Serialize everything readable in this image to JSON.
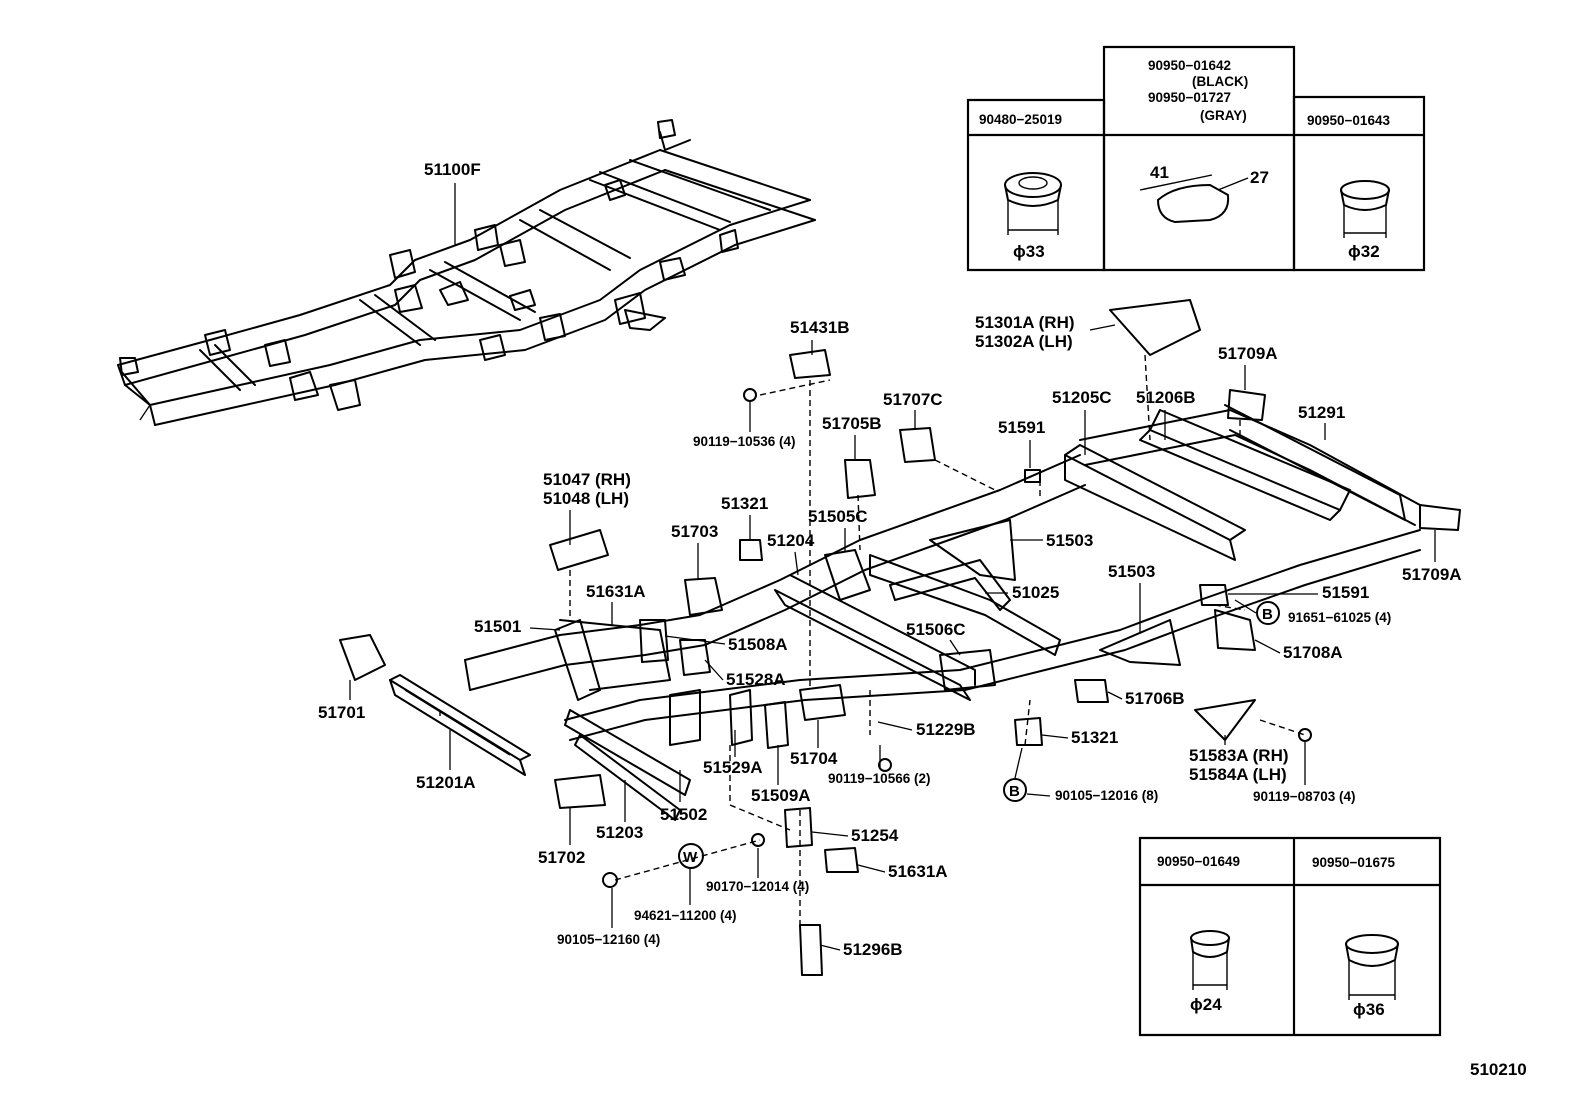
{
  "labels": {
    "frame_assy": "51100F",
    "crossmember_front": "51201A",
    "frame_bracket_rh": "51047 (RH)",
    "frame_bracket_lh": "51048 (LH)",
    "bracket_51631a_top": "51631A",
    "bracket_51501": "51501",
    "mount_51701": "51701",
    "mount_51702": "51702",
    "crossmember_51203": "51203",
    "crossmember_51502": "51502",
    "mount_51703": "51703",
    "bracket_51321_top": "51321",
    "crossmember_51204": "51204",
    "bracket_51508a": "51508A",
    "bracket_51528a": "51528A",
    "bracket_51529a": "51529A",
    "bracket_51509a": "51509A",
    "mount_51704": "51704",
    "bracket_51254": "51254",
    "bracket_51631a_bottom": "51631A",
    "bracket_51296b": "51296B",
    "mount_51431b": "51431B",
    "mount_51705b": "51705B",
    "mount_51707c": "51707C",
    "crossmember_51505c": "51505C",
    "plug_51591_top": "51591",
    "crossmember_51205c": "51205C",
    "crossmember_51206b": "51206B",
    "bracket_51301a_rh": "51301A (RH)",
    "bracket_51302a_lh": "51302A (LH)",
    "mount_51709a_top": "51709A",
    "extension_51291": "51291",
    "gusset_51503_upper": "51503",
    "crossmember_51025": "51025",
    "gusset_51503_lower": "51503",
    "plug_51591_right": "51591",
    "mount_51709a_right": "51709A",
    "crossmember_51506c": "51506C",
    "bracket_51229b": "51229B",
    "mount_51706b": "51706B",
    "mount_51708a": "51708A",
    "bracket_51321_bottom": "51321",
    "guard_51583a_rh": "51583A (RH)",
    "guard_51584a_lh": "51584A (LH)",
    "bolt_90119_10536": "90119−10536 (4)",
    "bolt_90119_10566": "90119−10566 (2)",
    "bolt_90105_12016": "90105−12016 (8)",
    "bolt_90119_08703": "90119−08703 (4)",
    "nut_91651_61025": "91651−61025 (4)",
    "nut_90170_12014": "90170−12014 (4)",
    "washer_94621_11200": "94621−11200 (4)",
    "bolt_90105_12160": "90105−12160 (4)",
    "marker_b": "B",
    "marker_w": "W",
    "diagram_code": "510210"
  },
  "plug_table_top": {
    "col1_header": "90480−25019",
    "col1_dim": "ϕ33",
    "col2_header_line1": "90950−01642",
    "col2_header_line2": "(BLACK)",
    "col2_header_line3": "90950−01727",
    "col2_header_line4": "(GRAY)",
    "col2_dim_a": "41",
    "col2_dim_b": "27",
    "col3_header": "90950−01643",
    "col3_dim": "ϕ32"
  },
  "plug_table_bottom": {
    "col1_header": "90950−01649",
    "col1_dim": "ϕ24",
    "col2_header": "90950−01675",
    "col2_dim": "ϕ36"
  }
}
